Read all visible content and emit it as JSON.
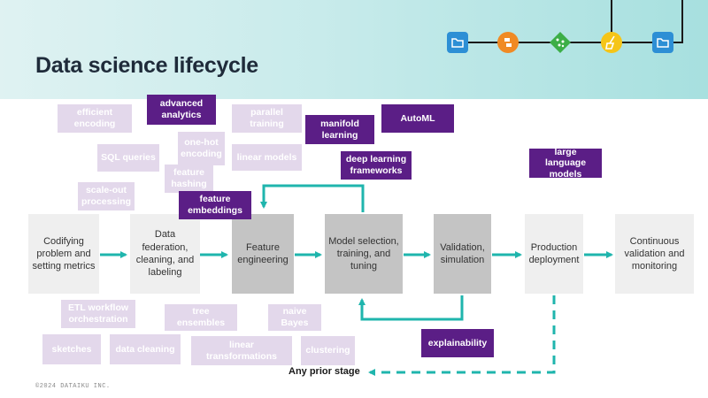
{
  "title": "Data science lifecycle",
  "footer": "©2024 DATAIKU INC.",
  "prior_stage_label": "Any prior stage",
  "colors": {
    "teal_arrow": "#1fb5ad",
    "dark_tag": "#5b1e86",
    "light_tag": "#e3d8eb",
    "stage_grey": "#c4c4c4",
    "stage_pale": "#efefef"
  },
  "icons": [
    "folder-icon",
    "python-icon",
    "recipe-icon",
    "broom-icon",
    "folder-icon"
  ],
  "stages": [
    {
      "id": "codify",
      "label": "Codifying problem and setting metrics",
      "style": "pale"
    },
    {
      "id": "federation",
      "label": "Data federation, cleaning, and labeling",
      "style": "pale"
    },
    {
      "id": "feature",
      "label": "Feature engineering",
      "style": "grey"
    },
    {
      "id": "model",
      "label": "Model selection, training, and tuning",
      "style": "grey"
    },
    {
      "id": "validation",
      "label": "Validation, simulation",
      "style": "grey"
    },
    {
      "id": "production",
      "label": "Production deployment",
      "style": "pale"
    },
    {
      "id": "monitoring",
      "label": "Continuous validation and monitoring",
      "style": "pale"
    }
  ],
  "tags": {
    "efficient_encoding": "efficient encoding",
    "advanced_analytics": "advanced analytics",
    "parallel_training": "parallel training",
    "manifold_learning": "manifold learning",
    "automl": "AutoML",
    "one_hot_encoding": "one-hot encoding",
    "sql_queries": "SQL queries",
    "linear_models": "linear models",
    "deep_learning": "deep learning frameworks",
    "large_language_models": "large language models",
    "feature_hashing": "feature hashing",
    "scale_out": "scale-out processing",
    "feature_embeddings": "feature embeddings",
    "etl_workflow": "ETL workflow orchestration",
    "tree_ensembles": "tree ensembles",
    "naive_bayes": "naive Bayes",
    "sketches": "sketches",
    "data_cleaning": "data cleaning",
    "linear_transformations": "linear transformations",
    "clustering": "clustering",
    "explainability": "explainability"
  }
}
